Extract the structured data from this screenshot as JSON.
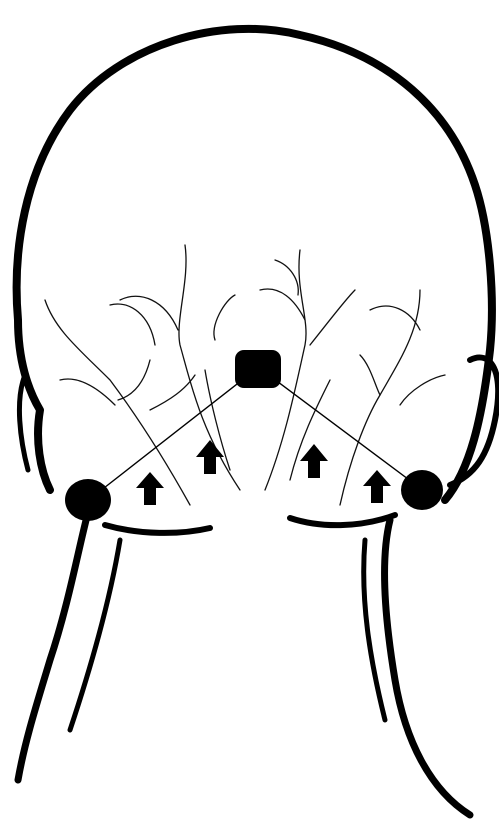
{
  "colors": {
    "background": "#ffffff",
    "outline": "#000000",
    "nerve": "#111111",
    "marker": "#000000"
  },
  "diagram": {
    "subject": "back-of-head",
    "icons": {
      "central_marker": "rounded-square-electrode",
      "side_markers": "round-electrode",
      "direction_markers": "up-arrow"
    },
    "arrow_count": 4,
    "electrode_count": 3,
    "connection_lines": 2
  }
}
